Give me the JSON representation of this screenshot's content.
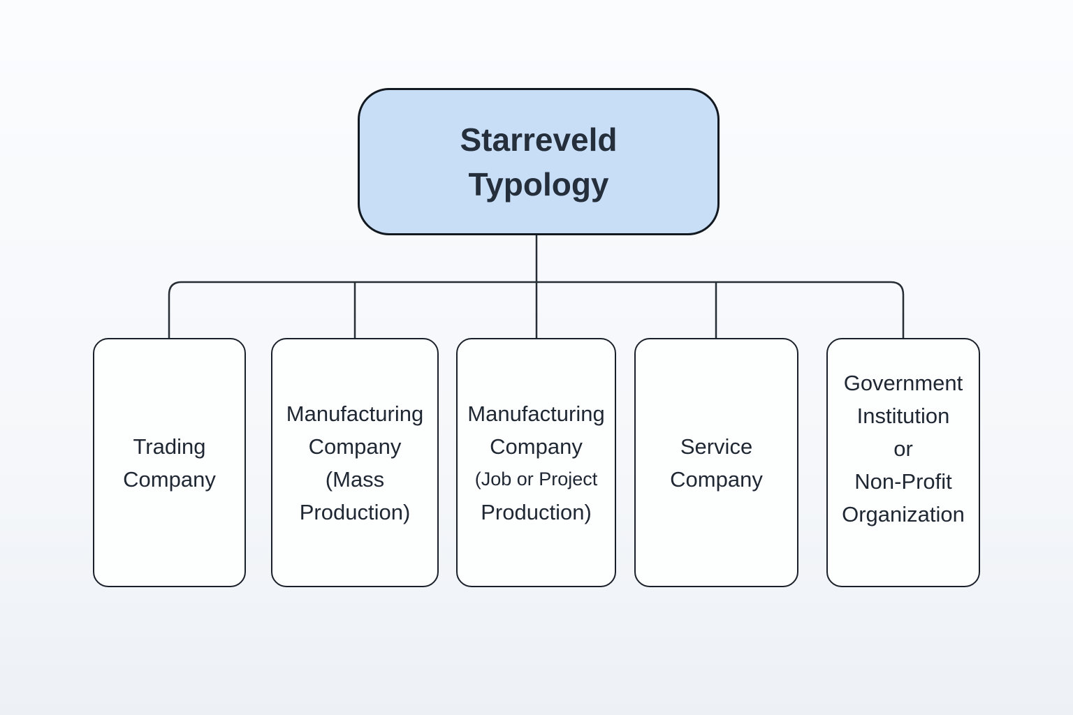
{
  "diagram": {
    "root": {
      "lines": [
        "Starreveld",
        "Typology"
      ],
      "fill": "#c8def6",
      "border_color": "#131920",
      "text_color": "#252e3b"
    },
    "children": [
      {
        "id": "trading-company",
        "lines": [
          "Trading",
          "Company"
        ]
      },
      {
        "id": "manufacturing-mass",
        "lines": [
          "Manufacturing",
          "Company",
          "(Mass",
          "Production)"
        ]
      },
      {
        "id": "manufacturing-job-project",
        "lines": [
          "Manufacturing",
          "Company",
          "(Job or Project",
          "Production)"
        ]
      },
      {
        "id": "service-company",
        "lines": [
          "Service",
          "Company"
        ]
      },
      {
        "id": "government-nonprofit",
        "lines": [
          "Government",
          "Institution",
          "or",
          "Non-Profit",
          "Organization"
        ]
      }
    ],
    "child_fill": "#fdfefe",
    "child_border_color": "#1a202a",
    "child_text_color": "#1f2733",
    "connector_color": "#272d35",
    "background_top": "#fbfcfe",
    "background_bottom": "#edf1f6"
  }
}
